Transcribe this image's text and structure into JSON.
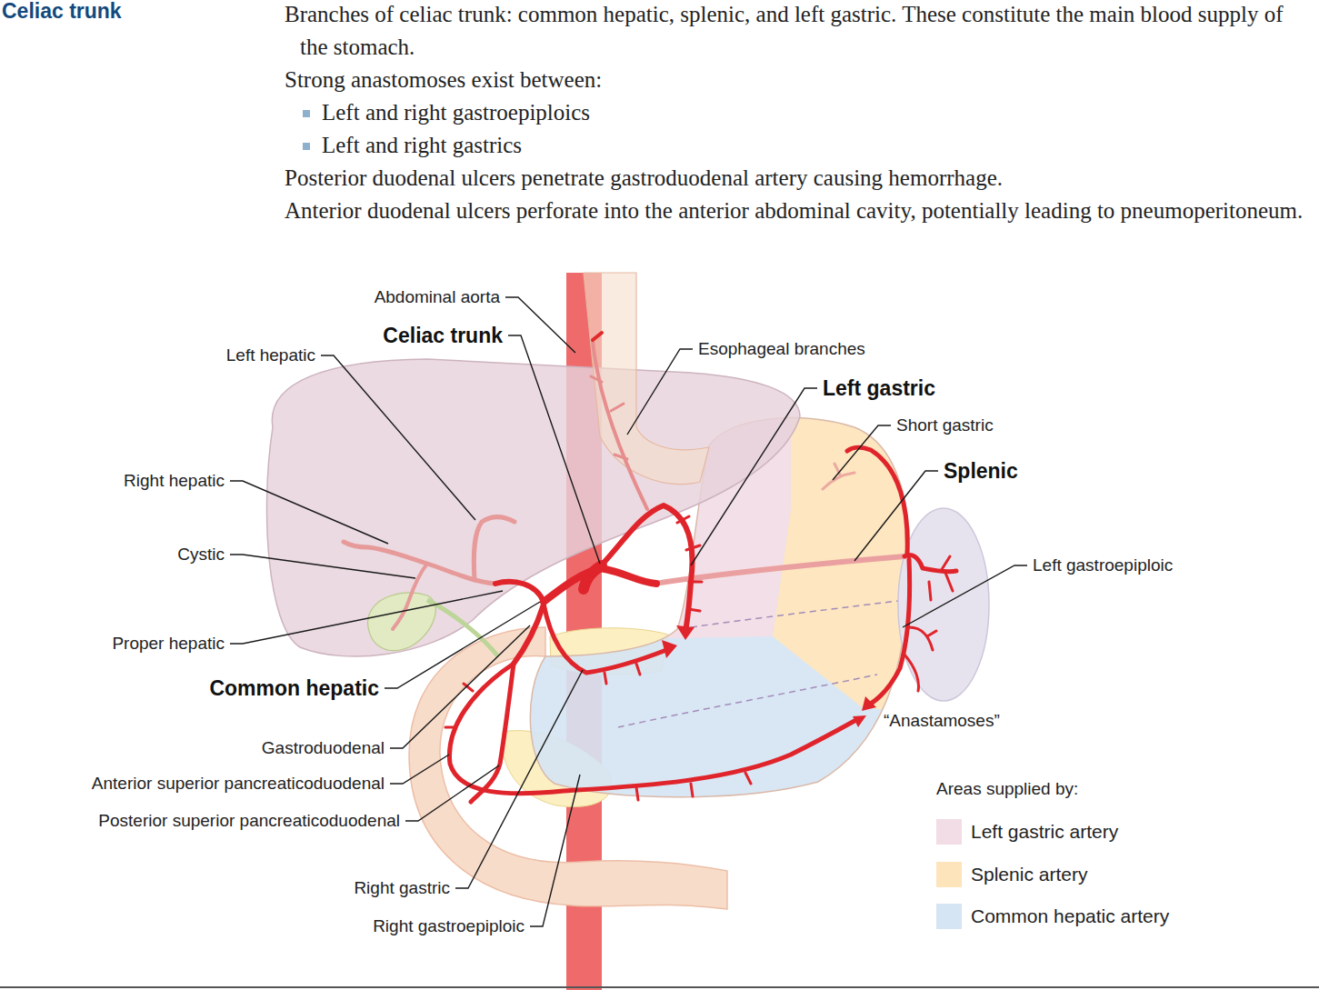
{
  "diagram": {
    "title": "Celiac trunk",
    "labels": [
      "Branches of celiac trunk: common hepatic, splenic, and left gastric. These constitute the main blood supply of the stomach.",
      "Strong anastomoses exist between:",
      "Left and right gastroepiploics",
      "Left and right gastrics",
      "Posterior duodenal ulcers penetrate gastroduodenal artery causing hemorrhage.",
      "Anterior duodenal ulcers perforate into the anterior abdominal cavity, potentially leading to pneumoperitoneum.",
      "Abdominal aorta",
      "Celiac trunk",
      "Left hepatic",
      "Esophageal branches",
      "Left gastric",
      "Short gastric",
      "Splenic",
      "Right hepatic",
      "Cystic",
      "Left gastroepiploic",
      "Proper hepatic",
      "Common hepatic",
      "“Anastamoses”",
      "Gastroduodenal",
      "Anterior superior pancreaticoduodenal",
      "Posterior superior pancreaticoduodenal",
      "Right gastric",
      "Right gastroepiploic",
      "Areas supplied by:"
    ],
    "legend": [
      {
        "text": "Left gastric artery",
        "color": "#f2dce5"
      },
      {
        "text": "Splenic artery",
        "color": "#fde4ba"
      },
      {
        "text": "Common hepatic artery",
        "color": "#d5e5f4"
      }
    ]
  }
}
